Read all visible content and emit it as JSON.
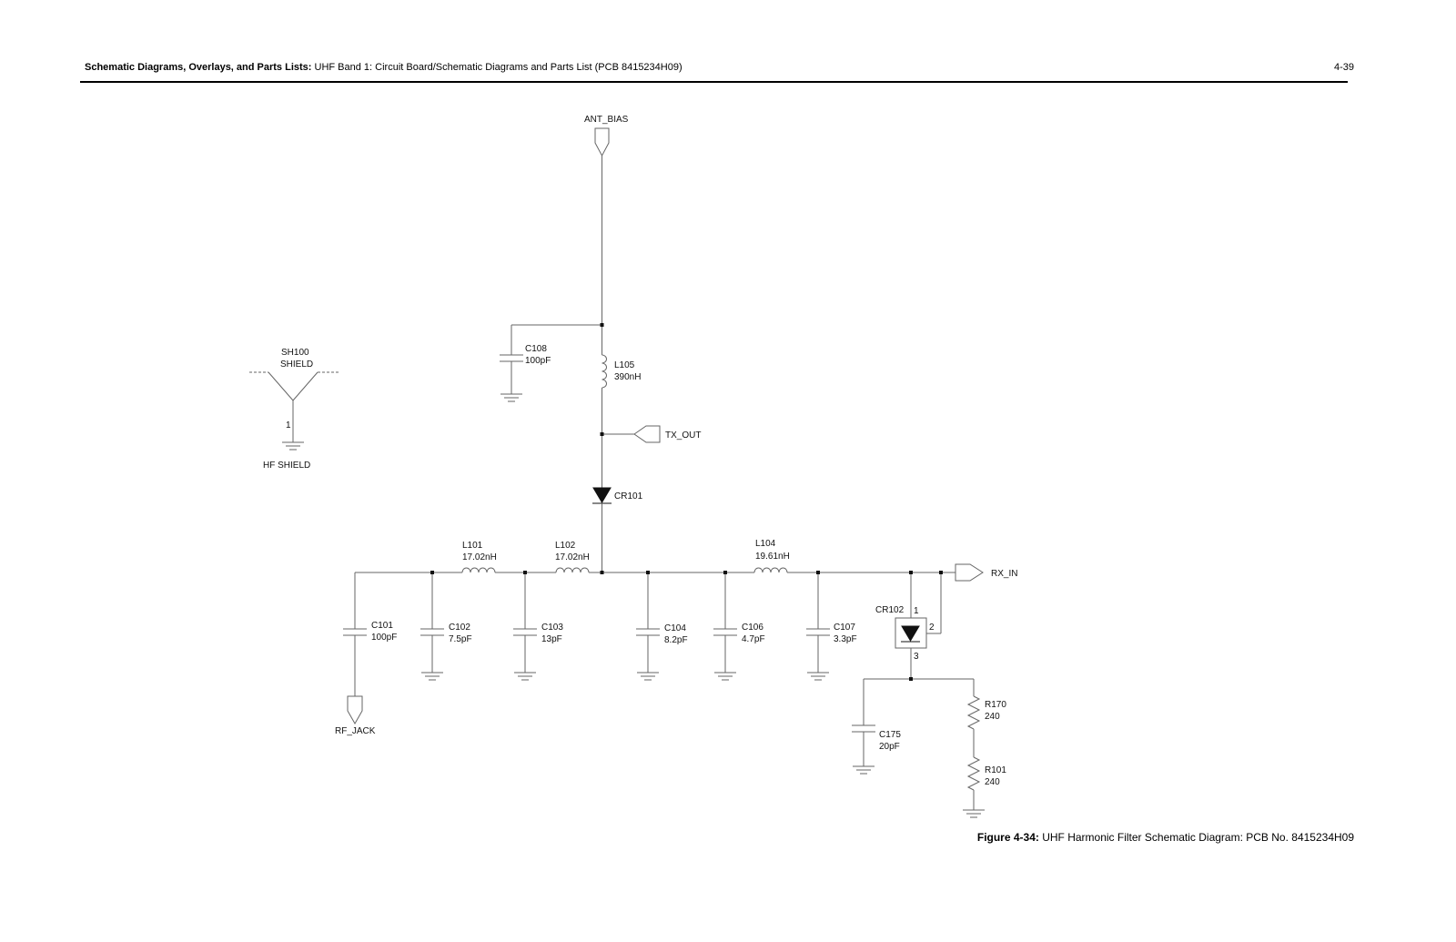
{
  "header": {
    "section_bold": "Schematic Diagrams, Overlays, and Parts Lists:",
    "section_rest": " UHF Band 1: Circuit Board/Schematic Diagrams and Parts List (PCB 8415234H09)",
    "page_number": "4-39"
  },
  "caption": {
    "label": "Figure 4-34:",
    "text": " UHF Harmonic Filter Schematic Diagram: PCB No. 8415234H09"
  },
  "ports": {
    "ant_bias": "ANT_BIAS",
    "tx_out": "TX_OUT",
    "rx_in": "RX_IN",
    "rf_jack": "RF_JACK"
  },
  "shield": {
    "ref": "SH100",
    "name": "SHIELD",
    "pin": "1",
    "label": "HF SHIELD"
  },
  "components": {
    "C108": {
      "ref": "C108",
      "value": "100pF"
    },
    "L105": {
      "ref": "L105",
      "value": "390nH"
    },
    "CR101": {
      "ref": "CR101"
    },
    "L101": {
      "ref": "L101",
      "value": "17.02nH"
    },
    "L102": {
      "ref": "L102",
      "value": "17.02nH"
    },
    "L104": {
      "ref": "L104",
      "value": "19.61nH"
    },
    "C101": {
      "ref": "C101",
      "value": "100pF"
    },
    "C102": {
      "ref": "C102",
      "value": "7.5pF"
    },
    "C103": {
      "ref": "C103",
      "value": "13pF"
    },
    "C104": {
      "ref": "C104",
      "value": "8.2pF"
    },
    "C106": {
      "ref": "C106",
      "value": "4.7pF"
    },
    "C107": {
      "ref": "C107",
      "value": "3.3pF"
    },
    "CR102": {
      "ref": "CR102",
      "pin1": "1",
      "pin2": "2",
      "pin3": "3"
    },
    "C175": {
      "ref": "C175",
      "value": "20pF"
    },
    "R170": {
      "ref": "R170",
      "value": "240"
    },
    "R101": {
      "ref": "R101",
      "value": "240"
    }
  }
}
